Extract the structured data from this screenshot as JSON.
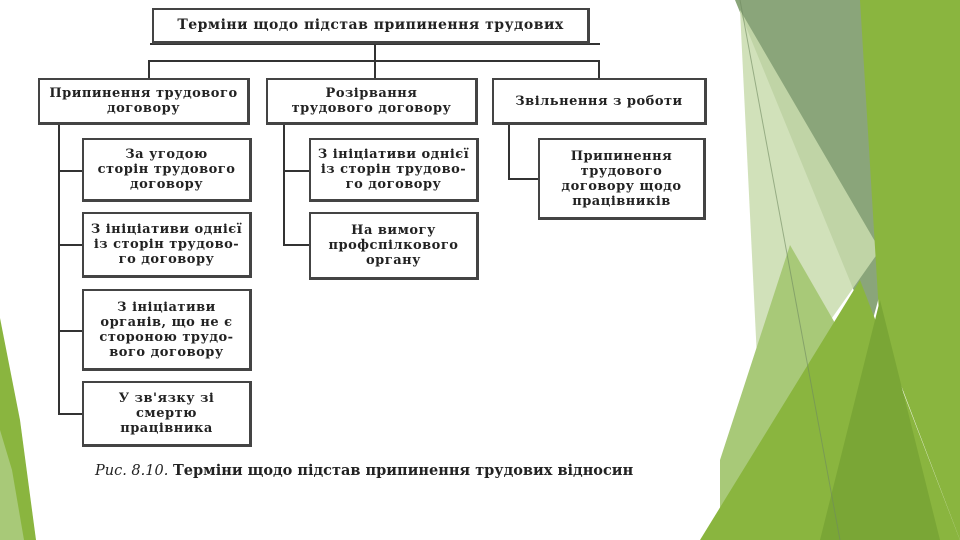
{
  "diagram": {
    "root": "Терміни щодо підстав припинення трудових",
    "branches": [
      {
        "label": "Припинення трудового\nдоговору",
        "children": [
          "За угодою\nсторін трудового\nдоговору",
          "З ініціативи однієї\nіз сторін трудово-\nго договору",
          "З ініціативи\nорганів, що не є\nстороною трудо-\nвого договору",
          "У зв'язку зі\nсмертю\nпрацівника"
        ]
      },
      {
        "label": "Розірвання\nтрудового договору",
        "children": [
          "З ініціативи однієї\nіз сторін трудово-\nго договору",
          "На вимогу\nпрофспілкового\nоргану"
        ]
      },
      {
        "label": "Звільнення з роботи",
        "children": [
          "Припинення\nтрудового\nдоговору щодо\nпрацівників"
        ]
      }
    ]
  },
  "caption": {
    "figure": "Рис. 8.10.",
    "title": "Терміни щодо підстав припинення трудових відносин"
  },
  "colors": {
    "accent_green": "#8ab53f",
    "light_green": "#a8c978",
    "grey_green": "#8aa57a",
    "pale_green": "#c9dcae",
    "line": "#333333"
  }
}
